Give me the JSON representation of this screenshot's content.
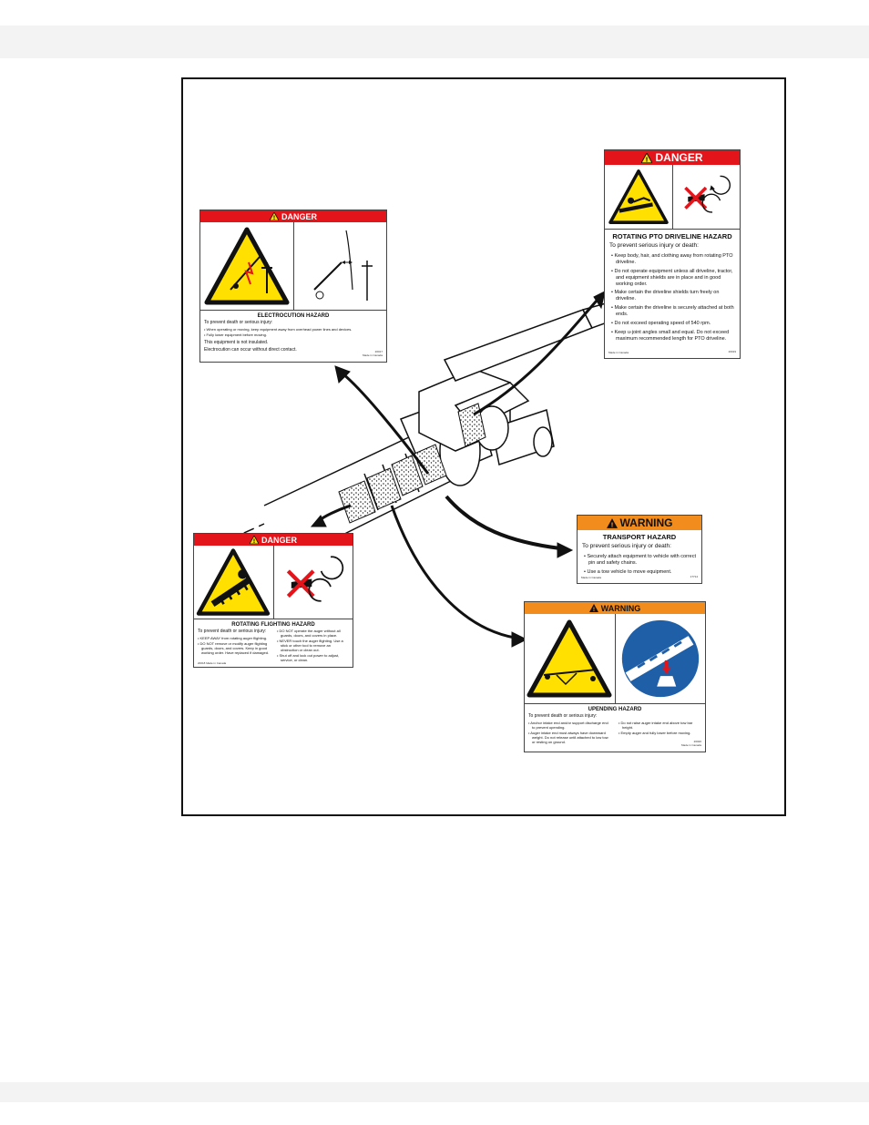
{
  "decals": {
    "electrocution": {
      "header": "DANGER",
      "title": "ELECTROCUTION HAZARD",
      "intro": "To prevent death or serious injury:",
      "bullets": [
        "When operating or moving, keep equipment away from overhead power lines and devices.",
        "Fully lower equipment before moving."
      ],
      "note1": "This equipment is not insulated.",
      "note2": "Electrocution can occur without direct contact.",
      "code": "20017",
      "made": "Made in Canada"
    },
    "pto": {
      "header": "DANGER",
      "title": "ROTATING PTO DRIVELINE HAZARD",
      "intro": "To prevent serious injury or death:",
      "bullets": [
        "Keep body, hair, and clothing away from rotating PTO driveline.",
        "Do not operate equipment unless all driveline, tractor, and equipment shields are in place and in good working order.",
        "Make certain the driveline shields turn freely on driveline.",
        "Make certain the driveline is securely attached at both ends.",
        "Do not exceed operating speed of 540 rpm.",
        "Keep u-joint angles small and equal. Do not exceed maximum recommended length for PTO driveline."
      ],
      "made": "Made in Canada",
      "code": "20019"
    },
    "flighting": {
      "header": "DANGER",
      "title": "ROTATING FLIGHTING HAZARD",
      "intro": "To prevent death or serious injury:",
      "left_bullets": [
        "KEEP AWAY from rotating auger flighting.",
        "DO NOT remove or modify auger flighting guards, doors, and covers. Keep in good working order. Have replaced if damaged."
      ],
      "right_bullets": [
        "DO NOT operate the auger without all guards, doors, and covers in place.",
        "NEVER touch the auger flighting. Use a stick or other tool to remove an obstruction or clean out.",
        "Shut off and lock out power to adjust, service, or clean."
      ],
      "code": "20018",
      "made": "Made in Canada"
    },
    "transport": {
      "header": "WARNING",
      "title": "TRANSPORT HAZARD",
      "intro": "To prevent serious injury or death:",
      "bullets": [
        "Securely attach equipment to vehicle with correct pin and safety chains.",
        "Use a tow vehicle to move equipment."
      ],
      "made": "Made in Canada",
      "code": "17714"
    },
    "upending": {
      "header": "WARNING",
      "title": "UPENDING HAZARD",
      "intro": "To prevent death or serious injury:",
      "left_bullets": [
        "Anchor intake end and/or support discharge end to prevent upending.",
        "Auger intake end must always have downward weight. Do not release until attached to low tow or resting on ground."
      ],
      "right_bullets": [
        "Do not raise auger intake end above tow bar height.",
        "Empty auger and fully lower before moving."
      ],
      "code": "20020",
      "made": "Made in Canada"
    }
  },
  "icons": {
    "warning_triangle": "warning-triangle-icon",
    "no_hands": "no-hands-icon",
    "rotation_arrows": "rotation-arrows-icon"
  },
  "colors": {
    "danger": "#e4141b",
    "warning": "#f28c1d",
    "hazard_yellow": "#ffe000",
    "mandatory_blue": "#1f5fa8"
  }
}
